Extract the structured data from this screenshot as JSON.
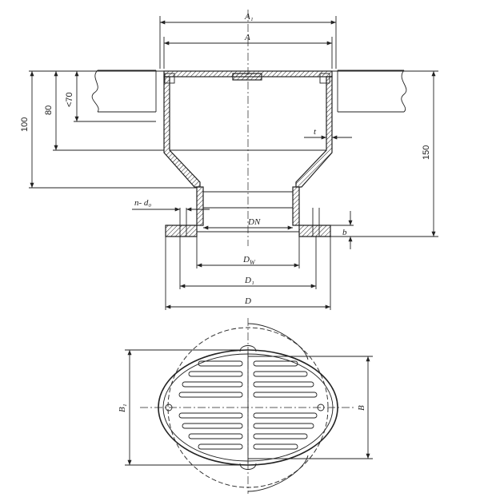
{
  "elevation": {
    "dim_A1": "A₁",
    "dim_A": "A",
    "dim_lt70": "<70",
    "dim_80": "80",
    "dim_100": "100",
    "dim_150": "150",
    "dim_t": "t",
    "dim_DN": "DN",
    "dim_n_d0": "n- d₀",
    "dim_b": "b",
    "dim_DW": "D_W",
    "dim_D1": "D₁",
    "dim_D": "D"
  },
  "plan": {
    "dim_B1": "B₁",
    "dim_B": "B"
  }
}
